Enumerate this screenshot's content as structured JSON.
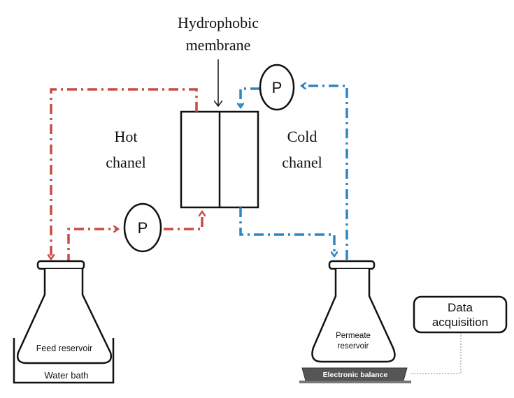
{
  "labels": {
    "membrane_title_line1": "Hydrophobic",
    "membrane_title_line2": "membrane",
    "hot_line1": "Hot",
    "hot_line2": "chanel",
    "cold_line1": "Cold",
    "cold_line2": "chanel",
    "pump_hot": "P",
    "pump_cold": "P",
    "feed_reservoir": "Feed reservoir",
    "water_bath": "Water bath",
    "permeate_line1": "Permeate",
    "permeate_line2": "reservoir",
    "electronic_balance": "Electronic balance",
    "data_line1": "Data",
    "data_line2": "acquisition"
  },
  "colors": {
    "hot_loop": "#c94a43",
    "cold_loop": "#2e86c1",
    "balance": "#555555"
  }
}
